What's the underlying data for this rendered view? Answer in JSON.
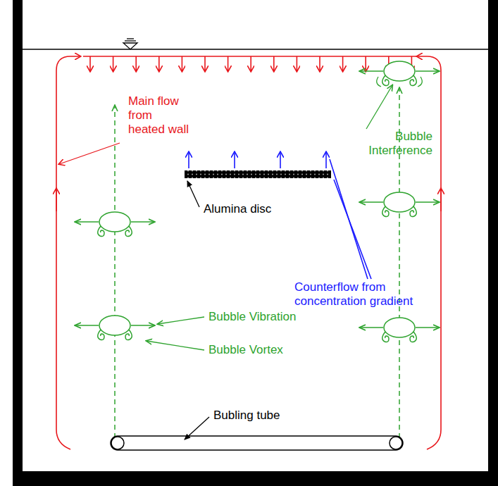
{
  "diagram": {
    "labels": [
      "Main flow from heated wall",
      "Bubble Interference",
      "Alumina disc",
      "Counterflow from concentration gradient",
      "Bubble Vibration",
      "Bubble Vortex",
      "Bubling tube"
    ]
  }
}
